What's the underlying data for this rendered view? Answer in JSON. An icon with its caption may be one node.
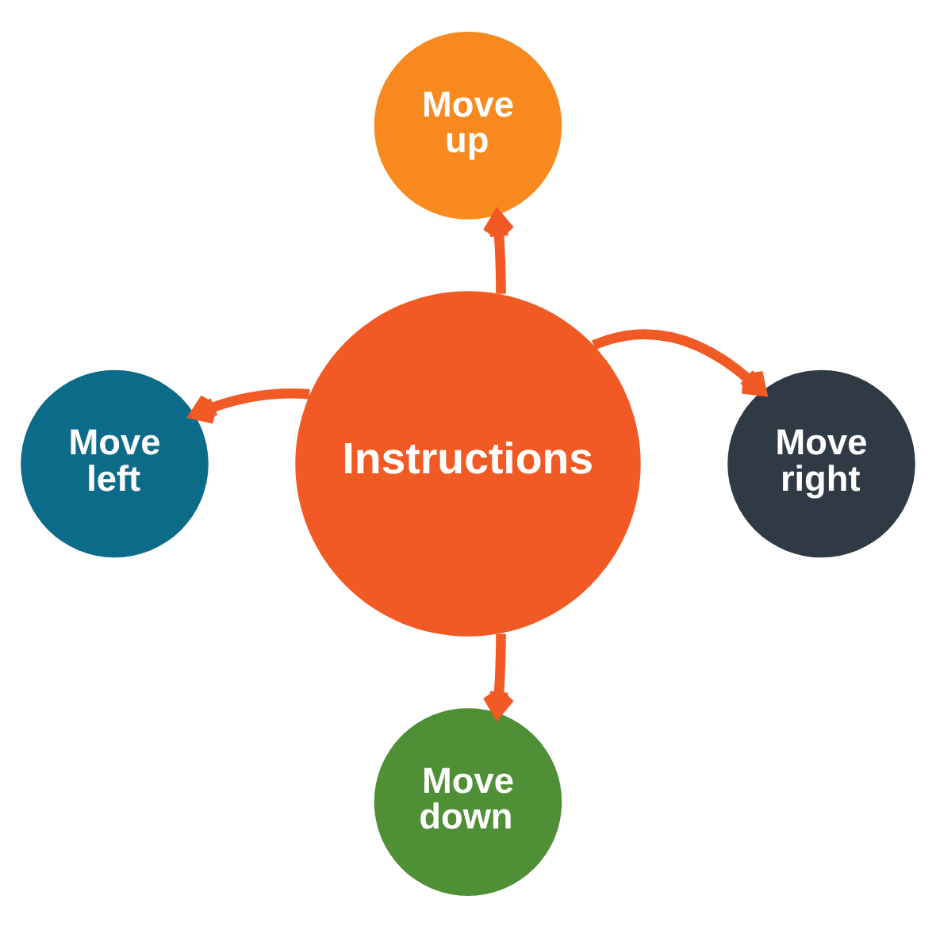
{
  "diagram": {
    "nodes": [
      {
        "text": [
          "Instructions"
        ]
      },
      {
        "text": [
          "Move up"
        ]
      },
      {
        "text": [
          "Move left"
        ]
      },
      {
        "text": [
          "Move right"
        ]
      },
      {
        "text": [
          "Move down"
        ]
      }
    ],
    "edges": [
      {
        "from": 0,
        "to": 1,
        "arrow": "to"
      },
      {
        "from": 0,
        "to": 2,
        "arrow": "to"
      },
      {
        "from": 0,
        "to": 3,
        "arrow": "to"
      },
      {
        "from": 0,
        "to": 4,
        "arrow": "to"
      }
    ]
  }
}
